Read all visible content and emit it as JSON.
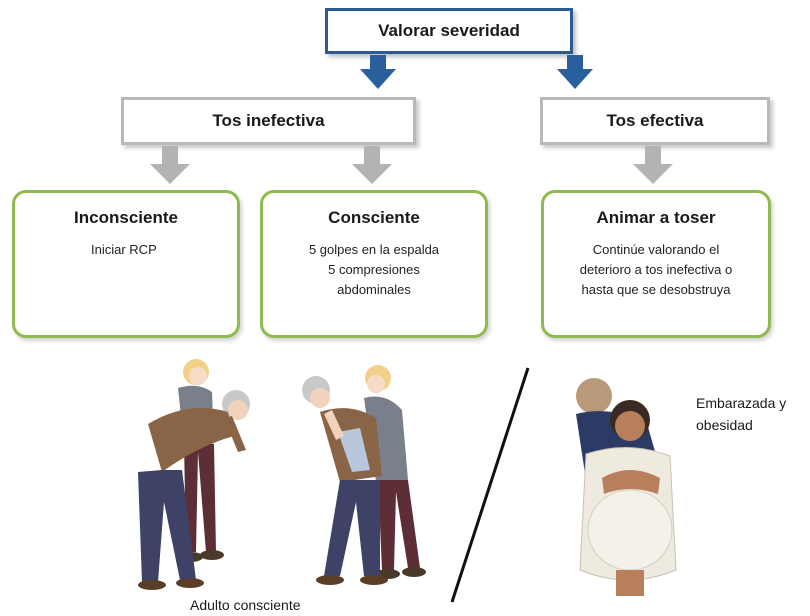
{
  "root": {
    "label": "Valorar severidad"
  },
  "branches": {
    "ineffective": {
      "label": "Tos inefectiva"
    },
    "effective": {
      "label": "Tos efectiva"
    }
  },
  "outcomes": {
    "unconscious": {
      "title": "Inconsciente",
      "body": "Iniciar RCP"
    },
    "conscious": {
      "title": "Consciente",
      "body": "5 golpes en la espalda\n5 compresiones\nabdominales"
    },
    "encourage": {
      "title": "Animar a toser",
      "body": "Continúe valorando el\ndeterioro a tos inefectiva o\nhasta que se desobstruya"
    }
  },
  "illustrations": {
    "adult_caption": "Adulto  consciente",
    "pregnant_caption": "Embarazada y\nobesidad"
  },
  "colors": {
    "root_border": "#2e5a92",
    "root_arrow": "#2a5f9e",
    "grey_border": "#b9b9b9",
    "grey_arrow": "#b3b3b3",
    "green_border": "#8fba4d"
  }
}
